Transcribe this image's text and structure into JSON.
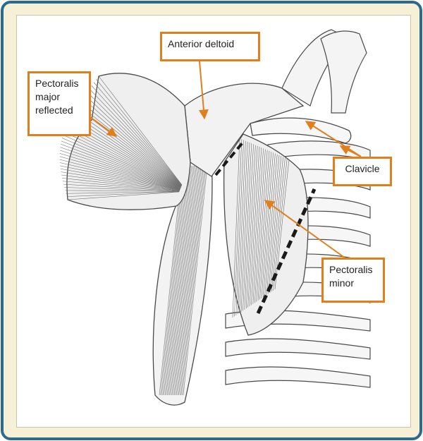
{
  "labels": {
    "anterior_deltoid": "Anterior deltoid",
    "pectoralis_major_line1": "Pectoralis",
    "pectoralis_major_line2": "major",
    "pectoralis_major_line3": "reflected",
    "clavicle": "Clavicle",
    "pectoralis_minor_line1": "Pectoralis",
    "pectoralis_minor_line2": "minor"
  },
  "colors": {
    "frame_border": "#2f6a8a",
    "frame_background": "#f6f1d6",
    "label_border": "#e07f1d",
    "arrow": "#e07f1d",
    "sketch_line": "#4a4a4a",
    "dashed_marker": "#1a1a1a"
  }
}
